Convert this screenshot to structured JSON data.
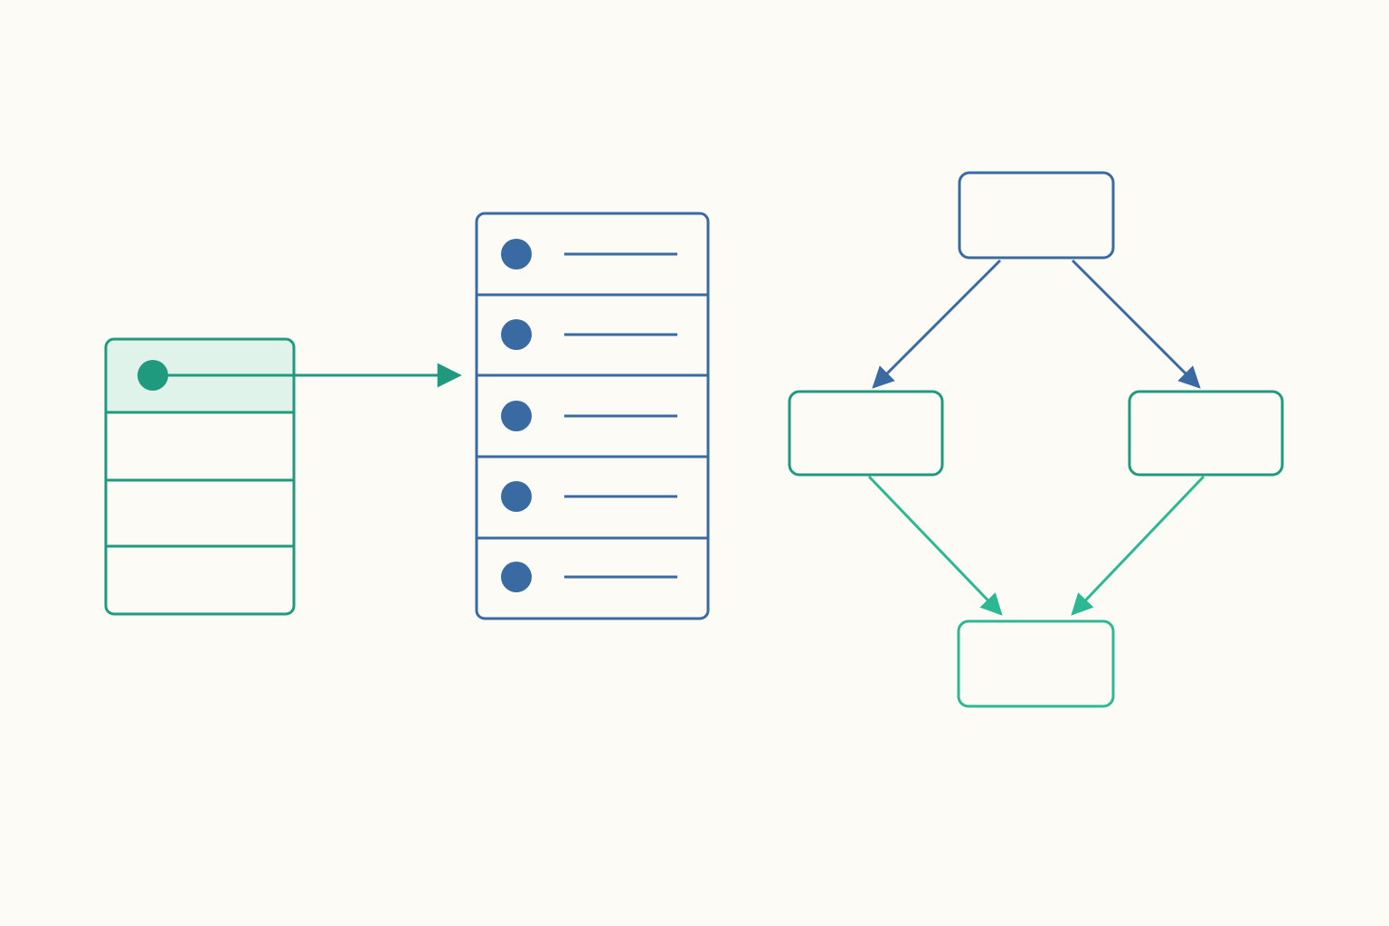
{
  "colors": {
    "background": "#fcfbf6",
    "teal": "#1f9a7e",
    "teal_light": "#2bb892",
    "teal_fill": "#dff3ea",
    "blue": "#3a6aa2"
  },
  "diagram": {
    "source_table": {
      "rows": 4,
      "highlighted_row": 0,
      "has_pointer_dot": true
    },
    "target_list": {
      "rows": 5,
      "row_marker": "dot",
      "row_line": true
    },
    "flow_graph": {
      "nodes": [
        "top",
        "left",
        "right",
        "bottom"
      ],
      "edges": [
        {
          "from": "top",
          "to": "left",
          "color": "blue"
        },
        {
          "from": "top",
          "to": "right",
          "color": "blue"
        },
        {
          "from": "left",
          "to": "bottom",
          "color": "teal"
        },
        {
          "from": "right",
          "to": "bottom",
          "color": "teal"
        }
      ]
    }
  }
}
